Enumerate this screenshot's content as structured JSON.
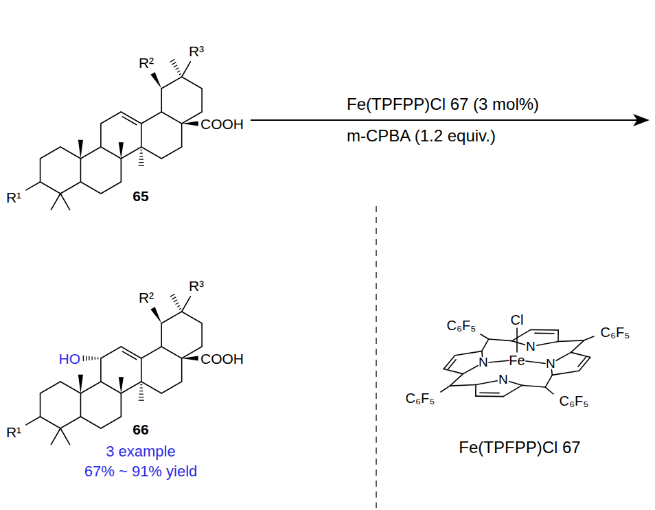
{
  "diagram": {
    "labels": [
      "R²",
      "R³",
      "COOH",
      "R¹",
      "65",
      "Fe(TPFPP)Cl 67 (3 mol%)",
      "m-CPBA (1.2 equiv.)",
      "R²",
      "R³",
      "HO",
      "COOH",
      "R¹",
      "66",
      "3 example",
      "67% ~ 91% yield",
      "C₆F₅",
      "Cl",
      "N",
      "C₆F₅",
      "N",
      "Fe",
      "N",
      "N",
      "C₆F₅",
      "C₆F₅",
      "Fe(TPFPP)Cl 67"
    ]
  }
}
